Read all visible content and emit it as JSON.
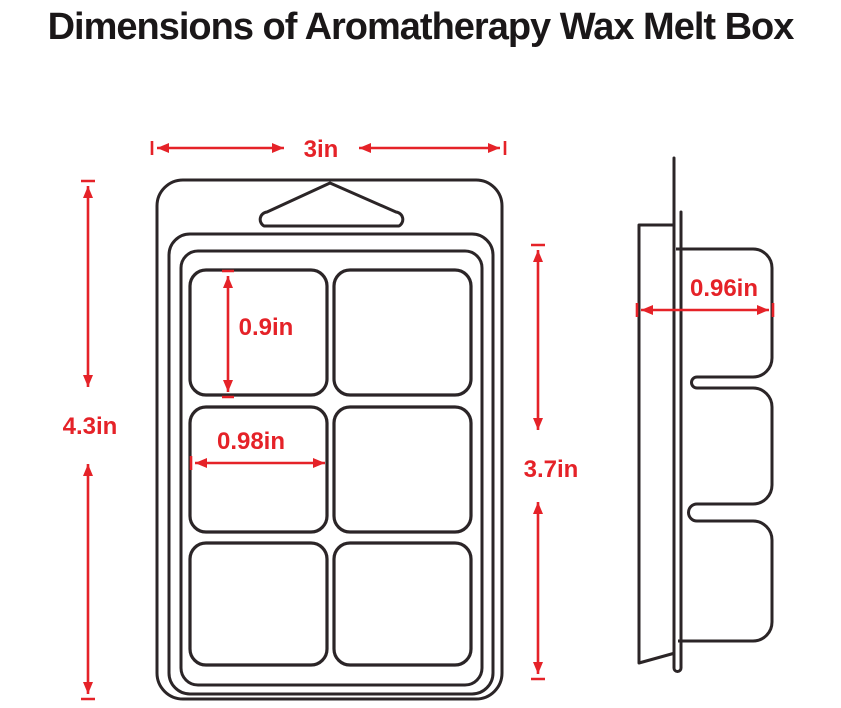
{
  "title": "Dimensions of Aromatherapy Wax Melt Box",
  "colors": {
    "dimension_red": "#e52228",
    "outline_black": "#2b2527",
    "title_black": "#1a1718",
    "background": "#ffffff"
  },
  "front_view": {
    "overall_width": "3in",
    "overall_height": "4.3in",
    "tray_height": "3.7in",
    "cavity_height": "0.9in",
    "cavity_width": "0.98in",
    "cavity_rows": 3,
    "cavity_columns": 2
  },
  "side_view": {
    "depth": "0.96in",
    "cavity_bumps": 3
  }
}
